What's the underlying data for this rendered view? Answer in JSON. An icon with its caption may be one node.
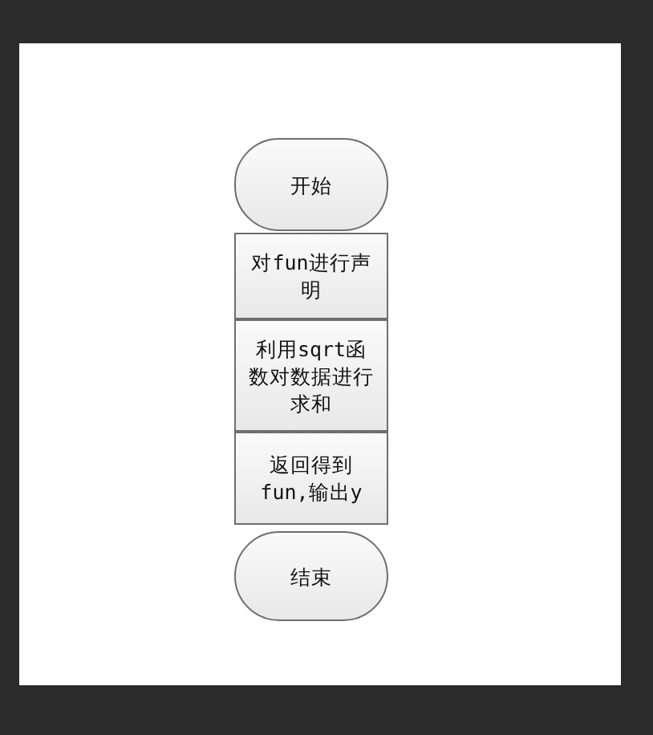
{
  "diagram": {
    "nodes": [
      {
        "text": [
          "开始"
        ]
      },
      {
        "text": [
          "对fun进行声明"
        ]
      },
      {
        "text": [
          "利用sqrt函数对数据进行求和"
        ]
      },
      {
        "text": [
          "返回得到fun,输出y"
        ]
      },
      {
        "text": [
          "结束"
        ]
      }
    ]
  }
}
